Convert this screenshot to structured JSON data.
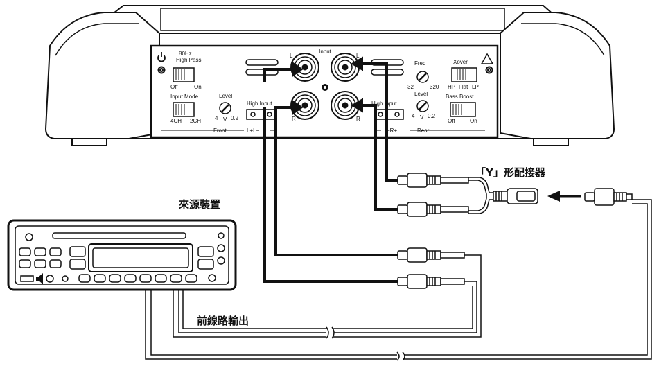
{
  "captions": {
    "source_device": "來源裝置",
    "y_adapter": "「Y」形配接器",
    "preout": "前線路輸出"
  },
  "amp": {
    "input": "Input",
    "l": "L",
    "r": "R",
    "hz": "80Hz",
    "high_pass": "High Pass",
    "off": "Off",
    "on": "On",
    "input_mode": "Input Mode",
    "ch4": "4CH",
    "ch2": "2CH",
    "level": "Level",
    "lv4": "4",
    "lvv": "V",
    "lv02": "0.2",
    "high_input": "High Input",
    "front": "Front",
    "rear": "Rear",
    "lpm": "L+L−",
    "rpm": "−R+",
    "freq": "Freq",
    "f32": "32",
    "f320": "320",
    "xover": "Xover",
    "hp": "HP",
    "flat": "Flat",
    "lp": "LP",
    "bass_boost": "Bass Boost"
  }
}
